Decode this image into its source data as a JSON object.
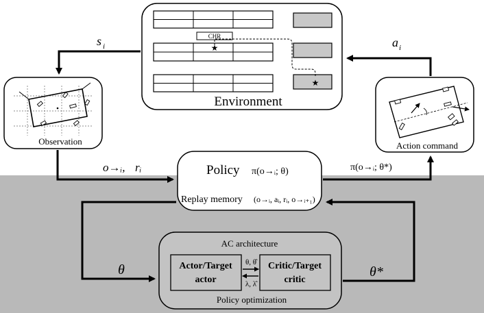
{
  "environment": {
    "label": "Environment",
    "charger_label": "CHR"
  },
  "observation": {
    "label": "Observation",
    "arrow_label": "s",
    "arrow_sub": "i"
  },
  "action_command": {
    "label": "Action command",
    "arrow_label": "a",
    "arrow_sub": "i"
  },
  "policy": {
    "title": "Policy",
    "title_expr": "π(o→ᵢ; θ)",
    "replay_label": "Replay memory",
    "replay_expr": "(o→ᵢ, aᵢ, rᵢ, o→ᵢ₊₁)"
  },
  "input_arrow": {
    "obs": "o→ᵢ,",
    "reward": "rᵢ"
  },
  "output_arrow": {
    "label": "π(o→ᵢ; θ*)"
  },
  "ac": {
    "title": "AC architecture",
    "actor_line1": "Actor/Target",
    "actor_line2": "actor",
    "critic_line1": "Critic/Target",
    "critic_line2": "critic",
    "upper_params": "θ, θ̂",
    "lower_params": "λ, λ̂",
    "footer": "Policy optimization"
  },
  "theta_in": "θ",
  "theta_out": "θ*",
  "colors": {
    "background_lower": "#b9b9b9",
    "box_fill": "#ffffff",
    "ac_fill": "#c3c3c3",
    "shelf_gray": "#c8c8c8",
    "stroke": "#000000"
  }
}
